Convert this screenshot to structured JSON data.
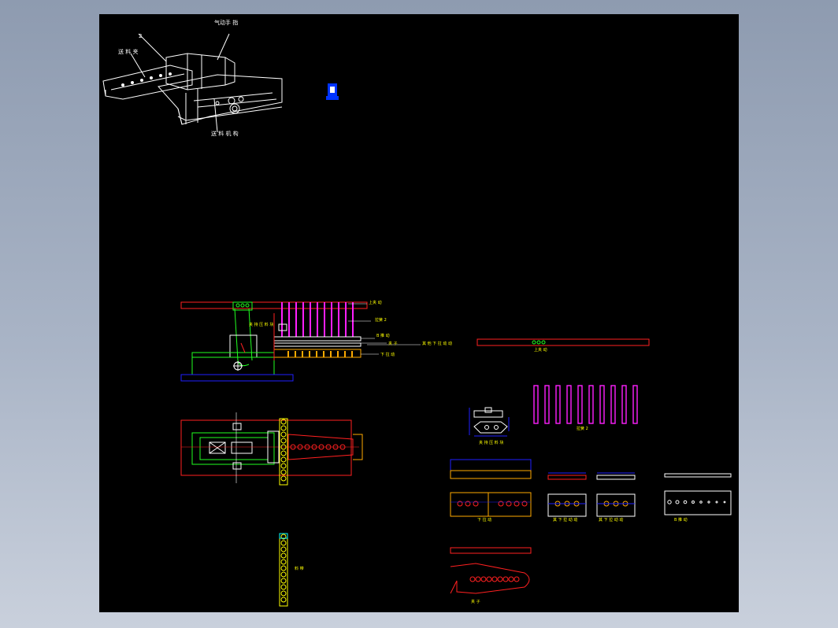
{
  "colors": {
    "background": "#000000",
    "white": "#ffffff",
    "red": "#ff2020",
    "magenta": "#ff20ff",
    "yellow": "#ffff00",
    "orange": "#ffaa00",
    "green": "#20ff20",
    "blue": "#2020ff",
    "cyan": "#00ffff"
  },
  "iso_view": {
    "label_top": "气动手 指",
    "label_num": "2",
    "label_left": "送 料 夹",
    "label_bottom": "送 料 机 构",
    "scale_icon": "wcs-axis-icon"
  },
  "front_view": {
    "upper_plate": "上夹 动",
    "spring_block": "拉簧 2",
    "push_plate": "B 推 动",
    "clip": "夹 子",
    "lower_plate": "下 拉 动",
    "clamp_cylinder": "夹 持 压 料 块",
    "lower_slide": "其 他 下 拉 动 动"
  },
  "detail_labels": {
    "top_bar": "上夹 动",
    "springs": "拉簧 2",
    "clamp_part": "夹 持 压 料 块",
    "lower_plate": "下 拉 动",
    "sub_plate_1": "其 下 拉 动 动",
    "sub_plate_2": "其 下 拉 动 动",
    "push_plate": "B 推 动",
    "chain": "料 带",
    "fork": "夹 子"
  }
}
